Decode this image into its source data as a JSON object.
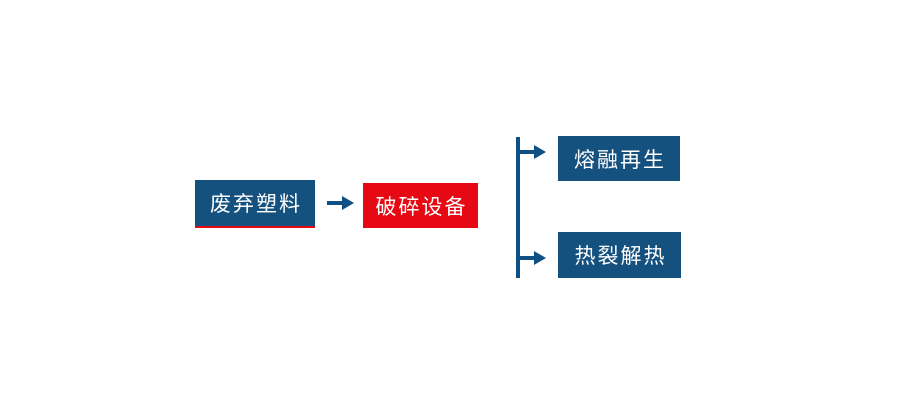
{
  "diagram": {
    "type": "flowchart",
    "background": "#FFFFFF",
    "nodes": {
      "waste_plastic": {
        "label": "废弃塑料",
        "bg_color": "#15517E",
        "underline_color": "#E60812",
        "text_color": "#FFFFFF"
      },
      "crushing_equipment": {
        "label": "破碎设备",
        "bg_color": "#E60812",
        "text_color": "#FFFFFF"
      },
      "melt_regeneration": {
        "label": "熔融再生",
        "bg_color": "#15517E",
        "text_color": "#FFFFFF"
      },
      "pyrolysis_heat": {
        "label": "热裂解热",
        "bg_color": "#15517E",
        "text_color": "#FFFFFF"
      }
    },
    "connectors": {
      "arrow_color": "#0E5083",
      "flow": [
        "waste_plastic -> crushing_equipment",
        "crushing_equipment -> melt_regeneration",
        "crushing_equipment -> pyrolysis_heat"
      ]
    }
  }
}
